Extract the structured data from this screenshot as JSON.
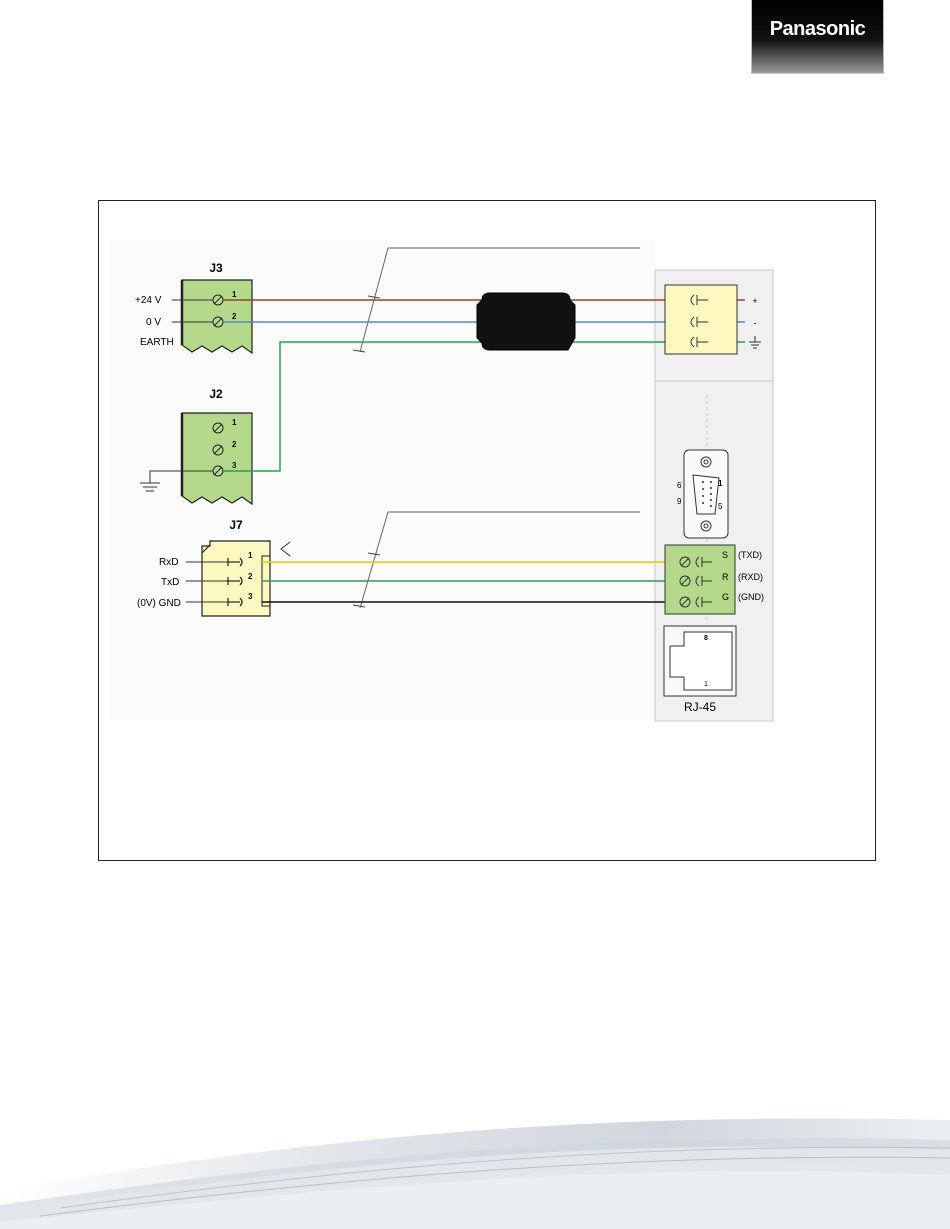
{
  "brand": {
    "logo_text": "Panasonic"
  },
  "connectors": {
    "j3": {
      "label": "J3",
      "pins": [
        "1",
        "2"
      ]
    },
    "j2": {
      "label": "J2",
      "pins": [
        "1",
        "2",
        "3"
      ]
    },
    "j7": {
      "label": "J7",
      "pins": [
        "1",
        "2",
        "3"
      ]
    }
  },
  "signals": {
    "plus24v": "+24 V",
    "zero_v": "0 V",
    "earth": "EARTH",
    "rxd": "RxD",
    "txd": "TxD",
    "gnd": "(0V) GND"
  },
  "device": {
    "power_marks": [
      "+",
      "-"
    ],
    "serial_letters": [
      "S",
      "R",
      "G"
    ],
    "serial_signals": [
      "(TXD)",
      "(RXD)",
      "(GND)"
    ],
    "dsub_pins": [
      "6",
      "9",
      "1",
      "5"
    ],
    "rj45_pins": [
      "8",
      "1"
    ],
    "rj45_label": "RJ-45"
  },
  "colors": {
    "wire_brown": "#8b4a2b",
    "wire_blue": "#4a90c8",
    "wire_green": "#2e9e4a",
    "wire_yellow": "#f0c400",
    "wire_black": "#111111",
    "terminal_green": "#b5d98a",
    "terminal_yellow": "#fdf8c0",
    "device_panel": "#f0f0f0"
  }
}
